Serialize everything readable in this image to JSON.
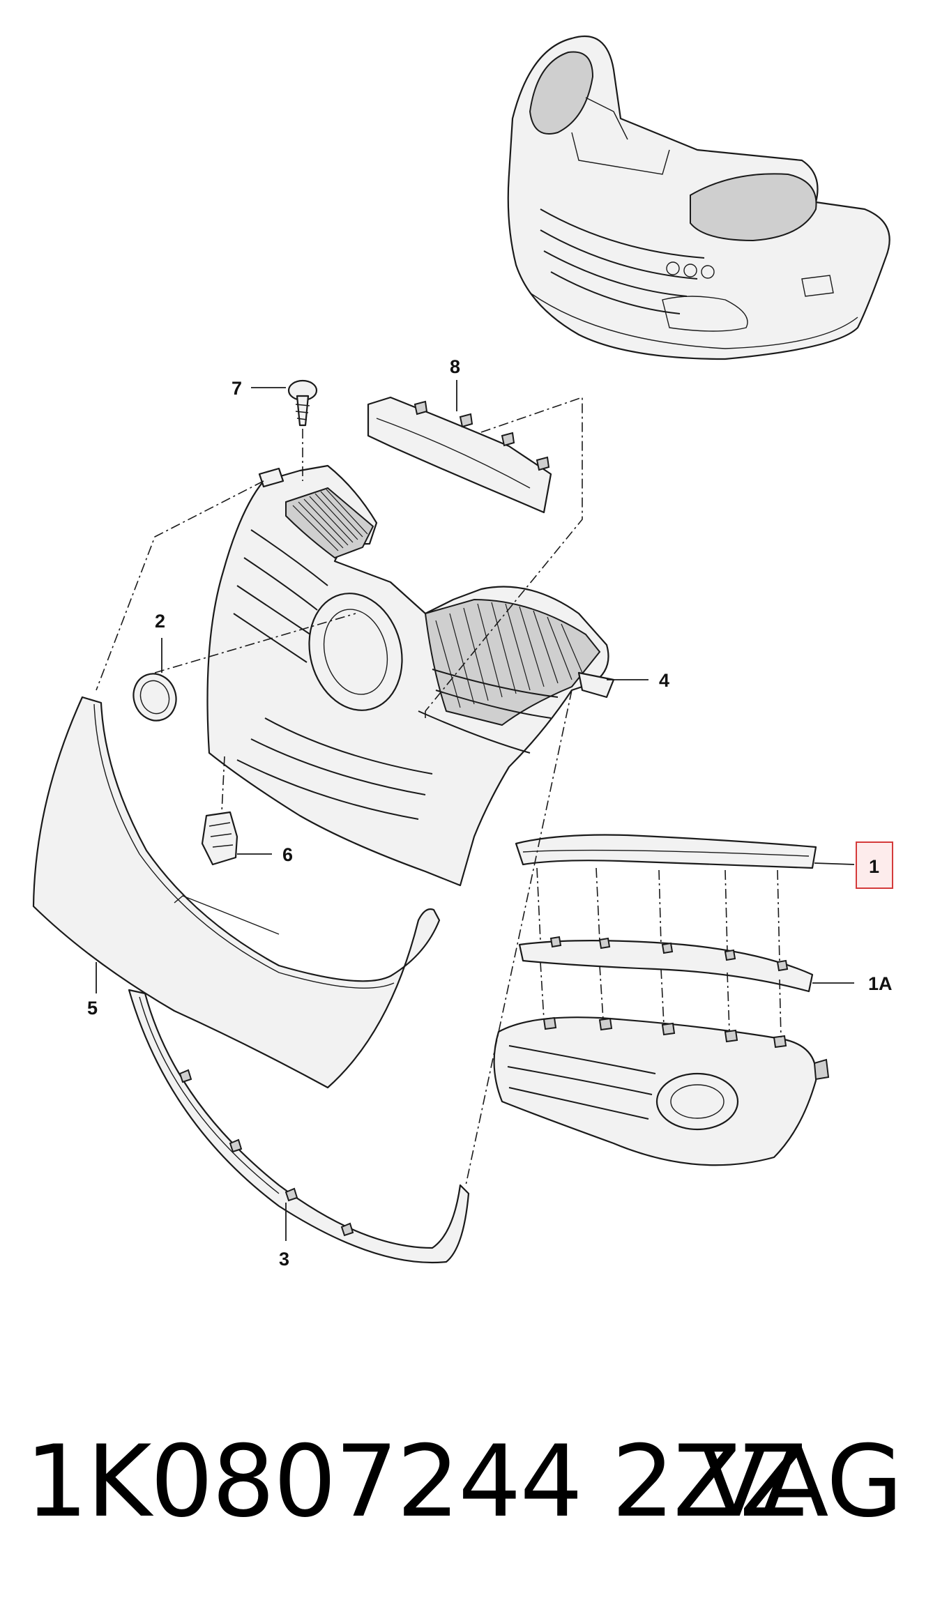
{
  "callouts": {
    "c1": "1",
    "c1a": "1A",
    "c2": "2",
    "c3": "3",
    "c4": "4",
    "c5": "5",
    "c6": "6",
    "c7": "7",
    "c8": "8"
  },
  "highlight_color": "#d43a3a",
  "footer": {
    "part_number": "1K0807244 2ZZ",
    "brand": "VAG"
  }
}
